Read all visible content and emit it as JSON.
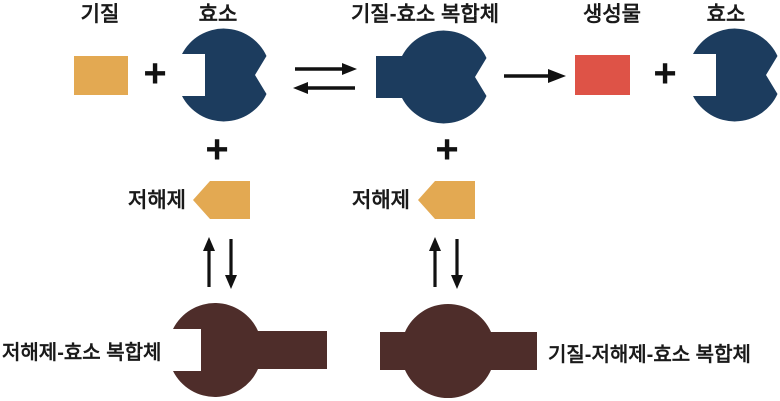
{
  "diagram": {
    "title_none": "",
    "colors": {
      "enzyme": "#1c3c5e",
      "substrate": "#e3a952",
      "product": "#de5347",
      "inhibitor": "#e3a952",
      "inhibited_complex": "#4e2d2a",
      "arrow": "#111111",
      "text": "#1a1a1a",
      "background": "#ffffff"
    },
    "labels": {
      "substrate": "기질",
      "enzyme": "효소",
      "es_complex": "기질-효소 복합체",
      "product": "생성물",
      "inhibitor": "저해제",
      "ei_complex": "저해제-효소 복합체",
      "esi_complex": "기질-저해제-효소 복합체",
      "plus": "+"
    }
  }
}
